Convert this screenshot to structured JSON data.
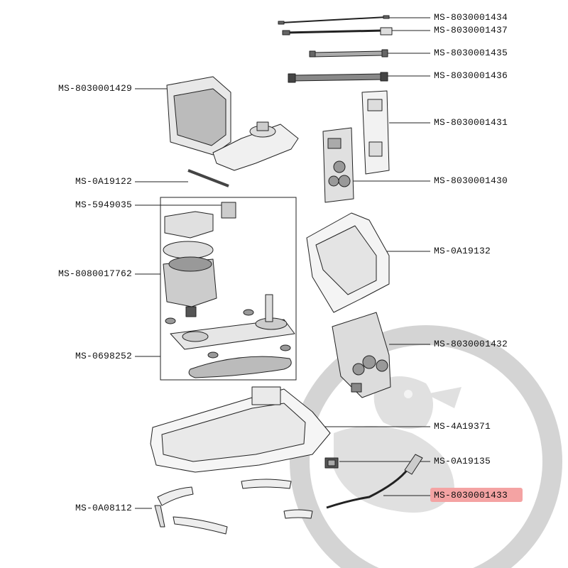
{
  "diagram": {
    "highlight_color": "#f4a3a3",
    "watermark_color": "#cccccc",
    "line_color": "#222222",
    "labels": {
      "p1434": "MS-8030001434",
      "p1437": "MS-8030001437",
      "p1435": "MS-8030001435",
      "p1436": "MS-8030001436",
      "p1429": "MS-8030001429",
      "p1431": "MS-8030001431",
      "p1430": "MS-8030001430",
      "p0a19122": "MS-0A19122",
      "p5949035": "MS-5949035",
      "p0a19132": "MS-0A19132",
      "p8080017762": "MS-8080017762",
      "p1432": "MS-8030001432",
      "p0698252": "MS-0698252",
      "p4a19371": "MS-4A19371",
      "p0a19135": "MS-0A19135",
      "p1433": "MS-8030001433",
      "p0a08112": "MS-0A08112"
    }
  }
}
